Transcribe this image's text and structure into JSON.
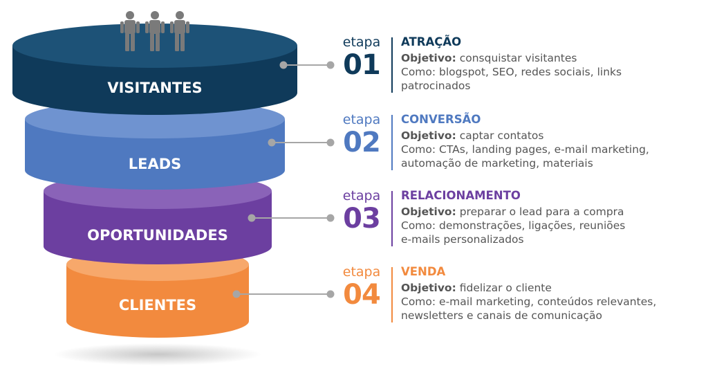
{
  "funnel": {
    "stages": [
      {
        "label": "VISITANTES",
        "color": "#0f3a5a"
      },
      {
        "label": "LEADS",
        "color": "#4f79c0"
      },
      {
        "label": "OPORTUNIDADES",
        "color": "#6c3fa0"
      },
      {
        "label": "CLIENTES",
        "color": "#f28a3e"
      }
    ],
    "icon": "people-group-icon"
  },
  "steps": [
    {
      "etapa": "etapa",
      "number": "01",
      "title": "ATRAÇÃO",
      "color": "#0f3a5a",
      "objective_label": "Objetivo:",
      "objective": "consquistar visitantes",
      "lines": [
        "Como: blogspot, SEO, redes sociais, links",
        "patrocinados"
      ]
    },
    {
      "etapa": "etapa",
      "number": "02",
      "title": "CONVERSÃO",
      "color": "#4f79c0",
      "objective_label": "Objetivo:",
      "objective": "captar contatos",
      "lines": [
        "Como: CTAs, landing pages, e-mail marketing,",
        "automação de marketing, materiais"
      ]
    },
    {
      "etapa": "etapa",
      "number": "03",
      "title": "RELACIONAMENTO",
      "color": "#6c3fa0",
      "objective_label": "Objetivo:",
      "objective": "preparar o lead para a compra",
      "lines": [
        "Como: demonstrações, ligações, reuniões",
        "e-mails personalizados"
      ]
    },
    {
      "etapa": "etapa",
      "number": "04",
      "title": "VENDA",
      "color": "#f28a3e",
      "objective_label": "Objetivo:",
      "objective": "fidelizar o cliente",
      "lines": [
        "Como: e-mail marketing, conteúdos relevantes,",
        "newsletters e canais de comunicação"
      ]
    }
  ],
  "connector_color": "#a6a6a6"
}
